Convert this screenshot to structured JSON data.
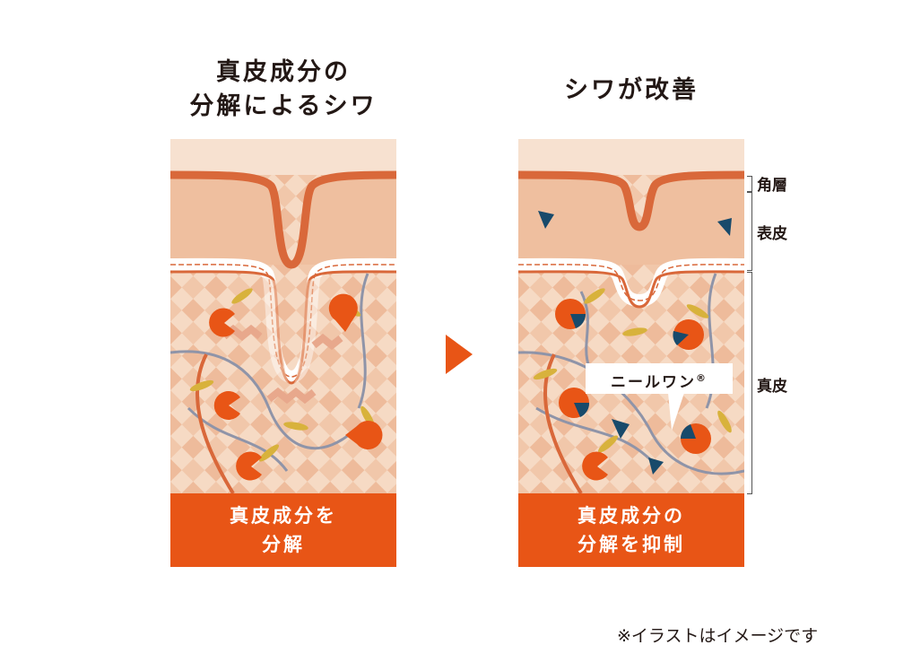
{
  "left": {
    "title_line1": "真皮成分の",
    "title_line2": "分解によるシワ",
    "caption_line1": "真皮成分を",
    "caption_line2": "分解"
  },
  "right": {
    "title": "シワが改善",
    "caption_line1": "真皮成分の",
    "caption_line2": "分解を抑制",
    "callout": "ニールワン",
    "callout_mark": "®"
  },
  "layers": {
    "stratum_corneum": "角層",
    "epidermis": "表皮",
    "dermis": "真皮"
  },
  "note": "※イラストはイメージです",
  "colors": {
    "accent_orange": "#e85516",
    "skin_light": "#f7dcc6",
    "skin_mid": "#eebb9b",
    "membrane": "#d9683a",
    "navy": "#184a6b",
    "fiber_gray": "#8f94a8",
    "fiber_yellow": "#d8b23c"
  },
  "icons": {
    "arrow": "right-triangle-arrow"
  }
}
